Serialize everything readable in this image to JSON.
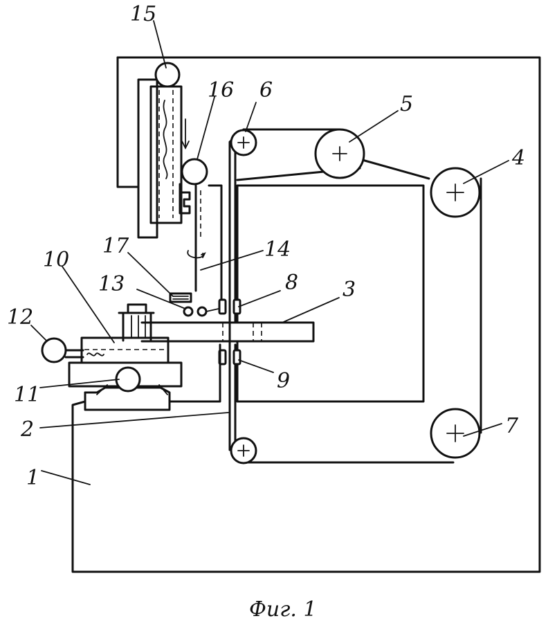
{
  "caption": "Фиг. 1",
  "labels": {
    "n1": "1",
    "n2": "2",
    "n3": "3",
    "n4": "4",
    "n5": "5",
    "n6": "6",
    "n7": "7",
    "n8": "8",
    "n9": "9",
    "n10": "10",
    "n11": "11",
    "n12": "12",
    "n13": "13",
    "n14": "14",
    "n15": "15",
    "n16": "16",
    "n17": "17"
  }
}
